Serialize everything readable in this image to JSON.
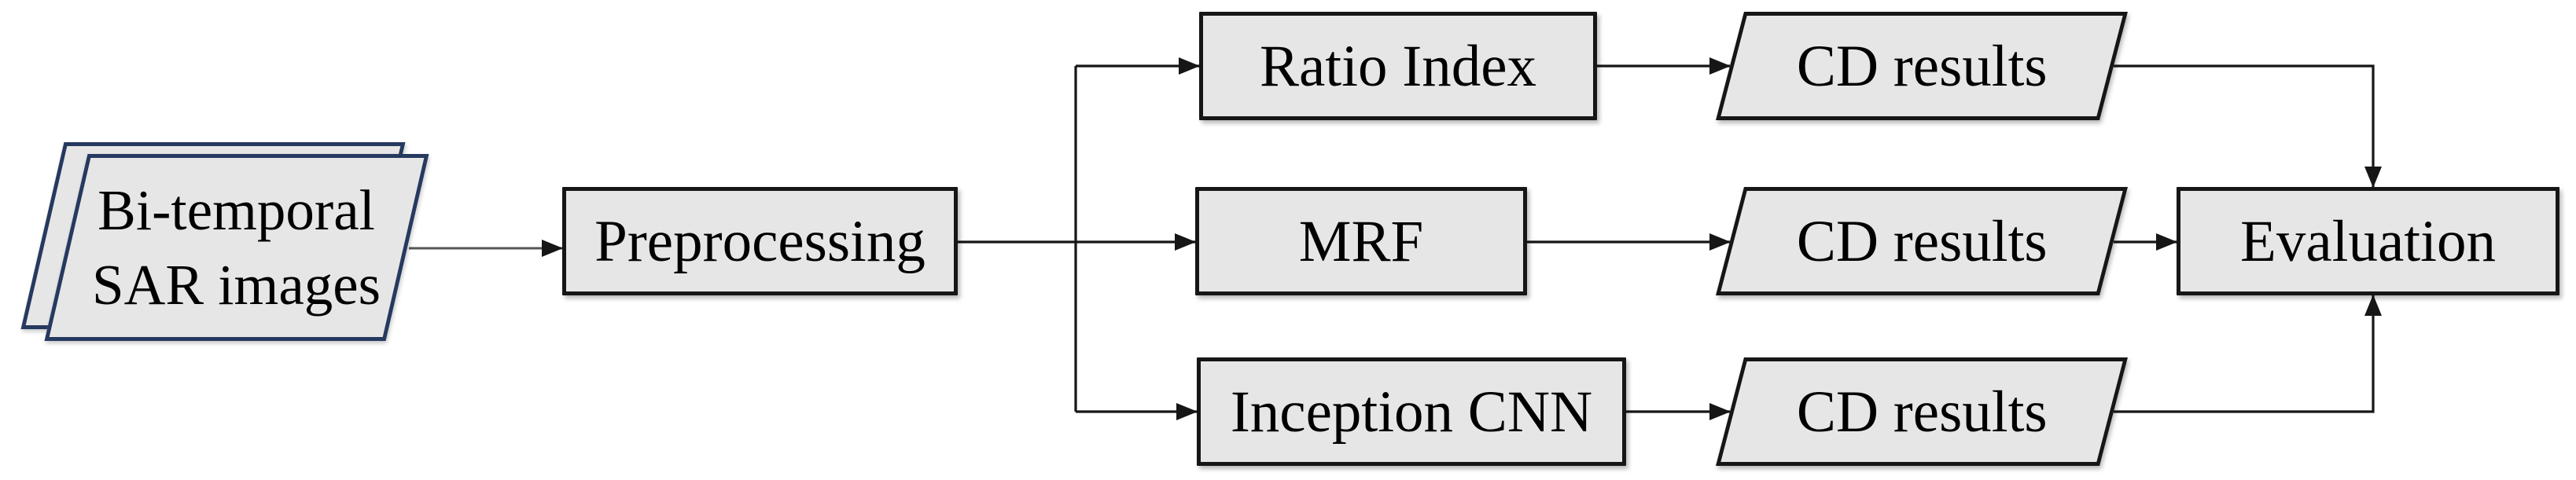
{
  "diagram": {
    "type": "flowchart",
    "nodes": {
      "input": {
        "shape": "stacked-parallelogram",
        "line1": "Bi-temporal",
        "line2": "SAR images"
      },
      "preprocessing": {
        "shape": "rectangle",
        "label": "Preprocessing"
      },
      "ratio_index": {
        "shape": "rectangle",
        "label": "Ratio Index"
      },
      "mrf": {
        "shape": "rectangle",
        "label": "MRF"
      },
      "inception_cnn": {
        "shape": "rectangle",
        "label": "Inception CNN"
      },
      "cd_results_top": {
        "shape": "parallelogram",
        "label": "CD results"
      },
      "cd_results_middle": {
        "shape": "parallelogram",
        "label": "CD results"
      },
      "cd_results_bottom": {
        "shape": "parallelogram",
        "label": "CD results"
      },
      "evaluation": {
        "shape": "rectangle",
        "label": "Evaluation"
      }
    },
    "edges": [
      {
        "from": "input",
        "to": "preprocessing"
      },
      {
        "from": "preprocessing",
        "to": "ratio_index"
      },
      {
        "from": "preprocessing",
        "to": "mrf"
      },
      {
        "from": "preprocessing",
        "to": "inception_cnn"
      },
      {
        "from": "ratio_index",
        "to": "cd_results_top"
      },
      {
        "from": "mrf",
        "to": "cd_results_middle"
      },
      {
        "from": "inception_cnn",
        "to": "cd_results_bottom"
      },
      {
        "from": "cd_results_top",
        "to": "evaluation"
      },
      {
        "from": "cd_results_middle",
        "to": "evaluation"
      },
      {
        "from": "cd_results_bottom",
        "to": "evaluation"
      }
    ],
    "colors": {
      "node_fill": "#e7e6e6",
      "node_border": "#161616",
      "input_border": "#26395f",
      "connector": "#161616",
      "connector_input": "#565656",
      "text": "#000000",
      "bg": "#ffffff"
    }
  }
}
